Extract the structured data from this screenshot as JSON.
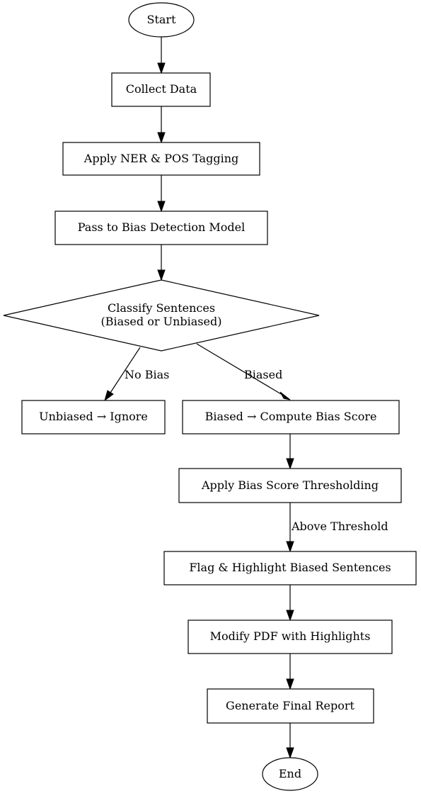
{
  "diagram": {
    "nodes": {
      "start": "Start",
      "collect": "Collect Data",
      "tagging": "Apply NER & POS Tagging",
      "model": "Pass to Bias Detection Model",
      "classify_line1": "Classify Sentences",
      "classify_line2": "(Biased or Unbiased)",
      "unbiased": "Unbiased → Ignore",
      "biased": "Biased → Compute Bias Score",
      "threshold": "Apply Bias Score Thresholding",
      "flag": "Flag & Highlight Biased Sentences",
      "modify": "Modify PDF with Highlights",
      "report": "Generate Final Report",
      "end": "End"
    },
    "edges": {
      "no_bias": "No Bias",
      "biased": "Biased",
      "above_threshold": "Above Threshold"
    }
  }
}
